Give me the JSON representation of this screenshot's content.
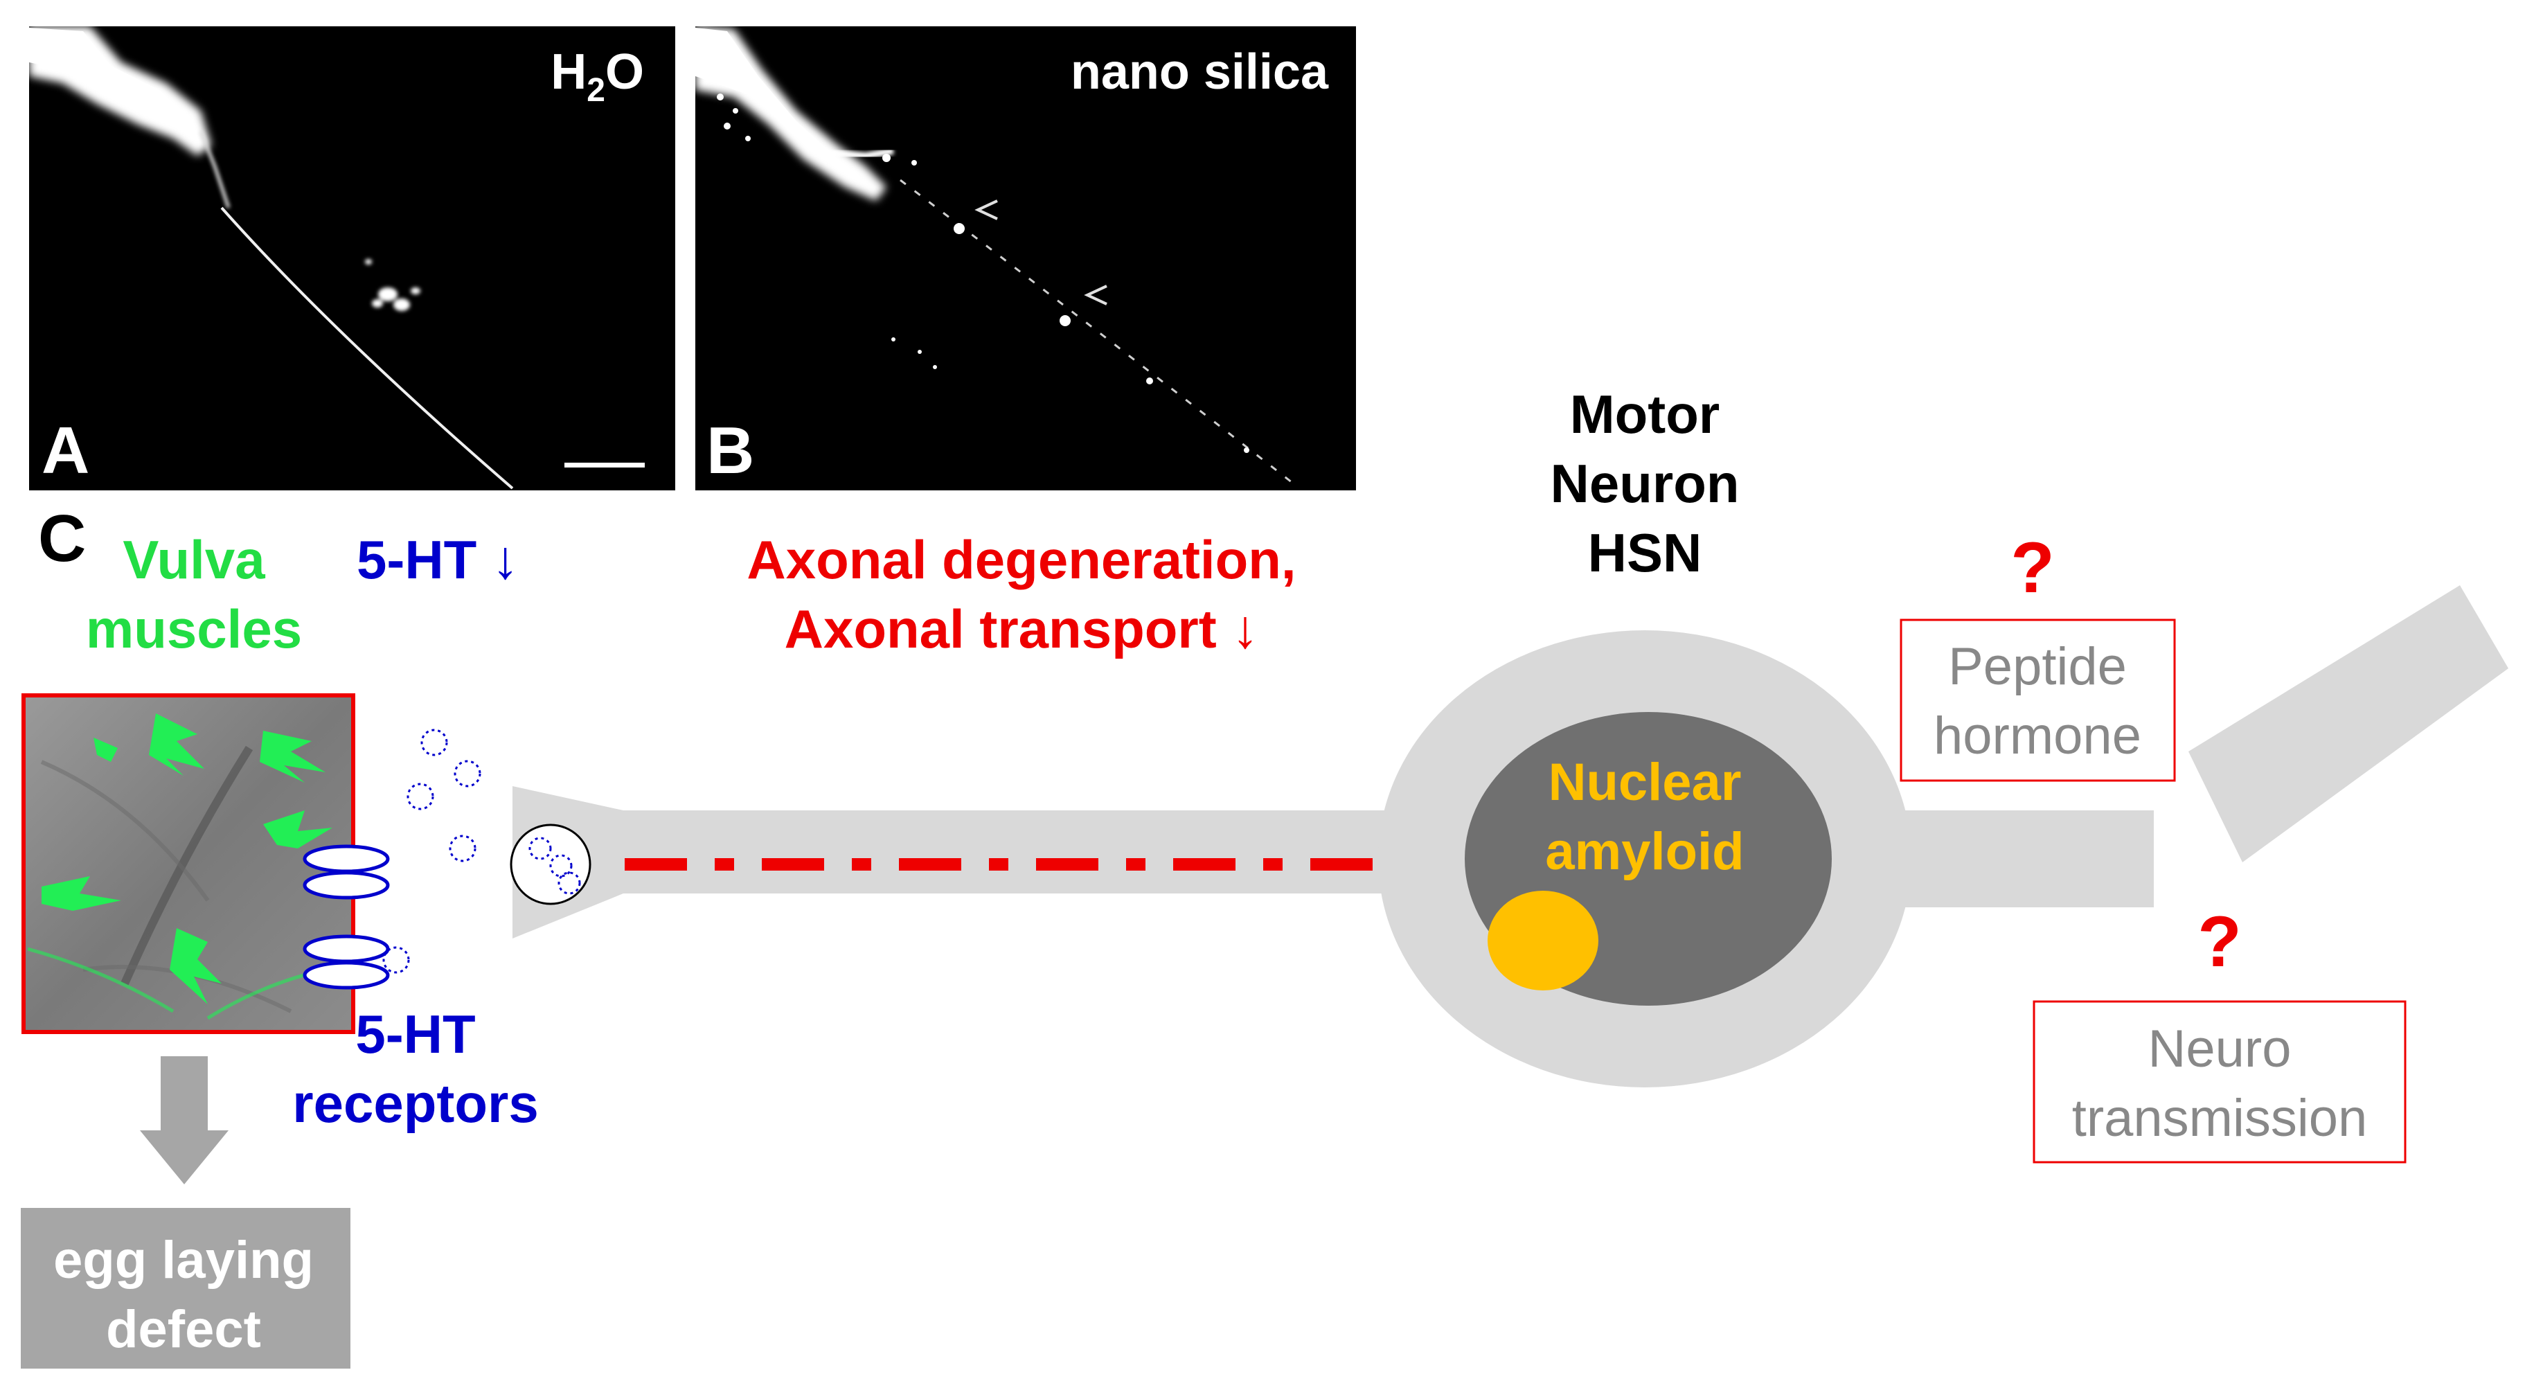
{
  "panels": {
    "a": {
      "letter": "A",
      "condition_main": "H",
      "condition_sub": "2",
      "condition_tail": "O"
    },
    "b": {
      "letter": "B",
      "condition": "nano silica"
    }
  },
  "panel_c": {
    "letter": "C",
    "vulva_line1": "Vulva",
    "vulva_line2": "muscles",
    "serotonin": "5-HT ↓",
    "axon_line1": "Axonal degeneration,",
    "axon_line2": "Axonal transport ↓",
    "neuron_line1": "Motor",
    "neuron_line2": "Neuron",
    "neuron_line3": "HSN",
    "nucleus_line1": "Nuclear",
    "nucleus_line2": "amyloid",
    "receptors_line1": "5-HT",
    "receptors_line2": "receptors",
    "outcome_line1": "egg laying",
    "outcome_line2": "defect",
    "question_1": "?",
    "peptide_line1": "Peptide",
    "peptide_line2": "hormone",
    "question_2": "?",
    "neuro_line1": "Neuro",
    "neuro_line2": "transmission"
  },
  "colors": {
    "green_label": "#22dd44",
    "blue_label": "#0000cc",
    "red_label": "#ee0000",
    "nucleus_text": "#ffc000",
    "neuron_gray": "#d9d9d9",
    "nucleus_gray": "#707070",
    "box_gray": "#a6a6a6",
    "question_text": "#888888"
  }
}
